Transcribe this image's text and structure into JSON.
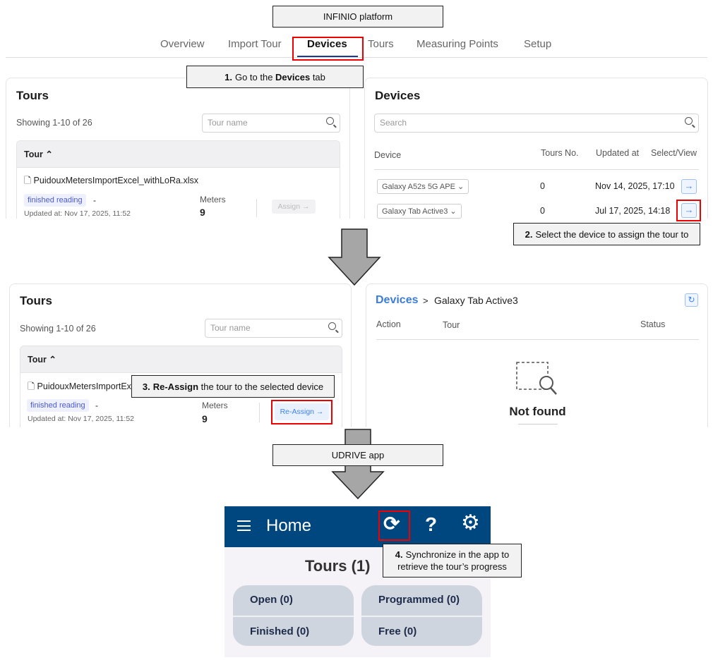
{
  "platform_label": "INFINIO platform",
  "app_label": "UDRIVE app",
  "tabs": [
    "Overview",
    "Import Tour",
    "Devices",
    "Tours",
    "Measuring Points",
    "Setup"
  ],
  "active_tab": "Devices",
  "steps": [
    {
      "num": "1.",
      "pre": "Go to the ",
      "bold": "Devices",
      "post": " tab"
    },
    {
      "num": "2.",
      "text": "Select the device to assign the tour to"
    },
    {
      "num": "3.",
      "bold": "Re-Assign",
      "post": " the tour to the selected device"
    },
    {
      "num": "4.",
      "line1": "Synchronize in the app to",
      "line2": "retrieve the tour’s progress"
    }
  ],
  "tours_panel": {
    "title": "Tours",
    "showing": "Showing 1-10 of 26",
    "search_placeholder": "Tour name",
    "column": "Tour",
    "row": {
      "name": "PuidouxMetersImportExcel_withLoRa.xlsx",
      "name_truncated": "PuidouxMetersImportEx",
      "status": "finished reading",
      "dash": "-",
      "updated": "Updated at: Nov 17, 2025, 11:52",
      "meters_label": "Meters",
      "meters": "9",
      "assign": "Assign →",
      "reassign": "Re-Assign →"
    }
  },
  "devices_panel": {
    "title": "Devices",
    "search_placeholder": "Search",
    "columns": [
      "Device",
      "Tours No.",
      "Updated at",
      "Select/View"
    ],
    "rows": [
      {
        "device": "Galaxy A52s 5G APE",
        "tours": "0",
        "updated": "Nov 14, 2025, 17:10"
      },
      {
        "device": "Galaxy Tab Active3",
        "tours": "0",
        "updated": "Jul 17, 2025, 14:18"
      }
    ]
  },
  "device_detail": {
    "breadcrumb_root": "Devices",
    "separator": ">",
    "device": "Galaxy Tab Active3",
    "columns": [
      "Action",
      "Tour",
      "Status"
    ],
    "empty": "Not found"
  },
  "app": {
    "title": "Home",
    "header_color": "#00467f",
    "tours_heading": "Tours (1)",
    "cards": [
      [
        "Open (0)",
        "Finished (0)"
      ],
      [
        "Programmed (0)",
        "Free (0)"
      ]
    ]
  },
  "colors": {
    "highlight": "#e00000",
    "accent": "#3b82f6",
    "badge": "#4a5bd4"
  }
}
